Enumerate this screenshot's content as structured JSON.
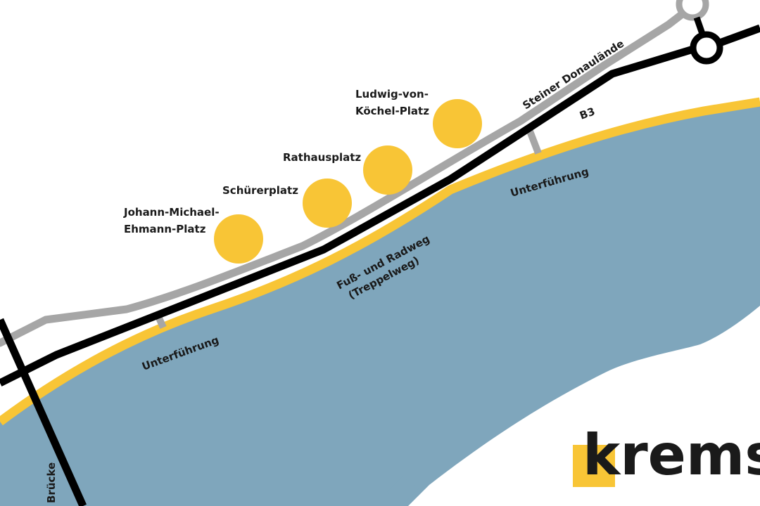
{
  "map": {
    "colors": {
      "water": "#7fa6bc",
      "path": "#f8c536",
      "road_main": "#000000",
      "road_secondary": "#a6a6a6",
      "poi": "#f8c536",
      "background": "#ffffff"
    },
    "labels": {
      "steiner_donaulaende": "Steiner Donaulände",
      "b3": "B3",
      "unterfuehrung_east": "Unterführung",
      "unterfuehrung_west": "Unterführung",
      "fuss_radweg_line1": "Fuß- und Radweg",
      "fuss_radweg_line2": "(Treppelweg)",
      "bruecke": "Brücke"
    },
    "places": [
      {
        "label_lines": [
          "Johann-Michael-",
          "Ehmann-Platz"
        ]
      },
      {
        "label_lines": [
          "Schürerplatz"
        ]
      },
      {
        "label_lines": [
          "Rathausplatz"
        ]
      },
      {
        "label_lines": [
          "Ludwig-von-",
          "Köchel-Platz"
        ]
      }
    ],
    "logo": {
      "text_first": "k",
      "text_rest": "rems",
      "accent_color": "#f8c536"
    }
  }
}
